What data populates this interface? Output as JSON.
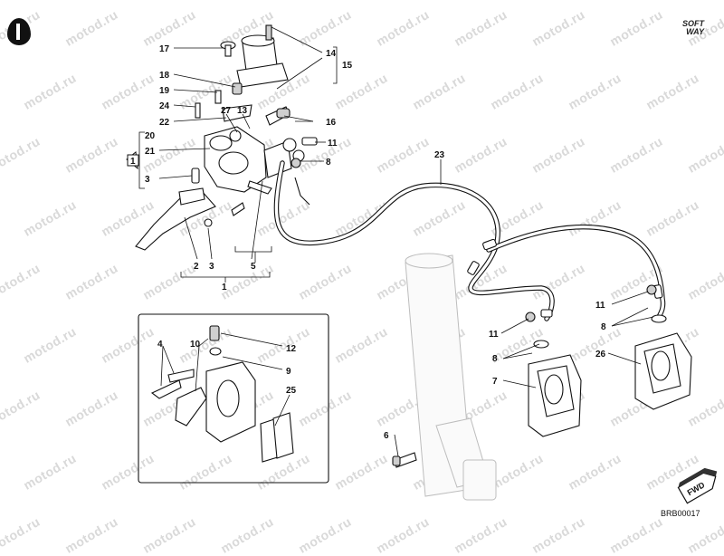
{
  "watermark": "motod.ru",
  "brand": {
    "line1": "SOFT",
    "line2": "WAY"
  },
  "drawing_code": "BRB00017",
  "fwd_label": "FWD",
  "callouts": {
    "17": "17",
    "14": "14",
    "15": "15",
    "18": "18",
    "19": "19",
    "24": "24",
    "27": "27",
    "13": "13",
    "16": "16",
    "22": "22",
    "20": "20",
    "21": "21",
    "3": "3",
    "11": "11",
    "8": "8",
    "23": "23",
    "2": "2",
    "5": "5",
    "1": "1",
    "4": "4",
    "10": "10",
    "12": "12",
    "9": "9",
    "25": "25",
    "7": "7",
    "6": "6",
    "26": "26"
  },
  "group_marker": "1"
}
